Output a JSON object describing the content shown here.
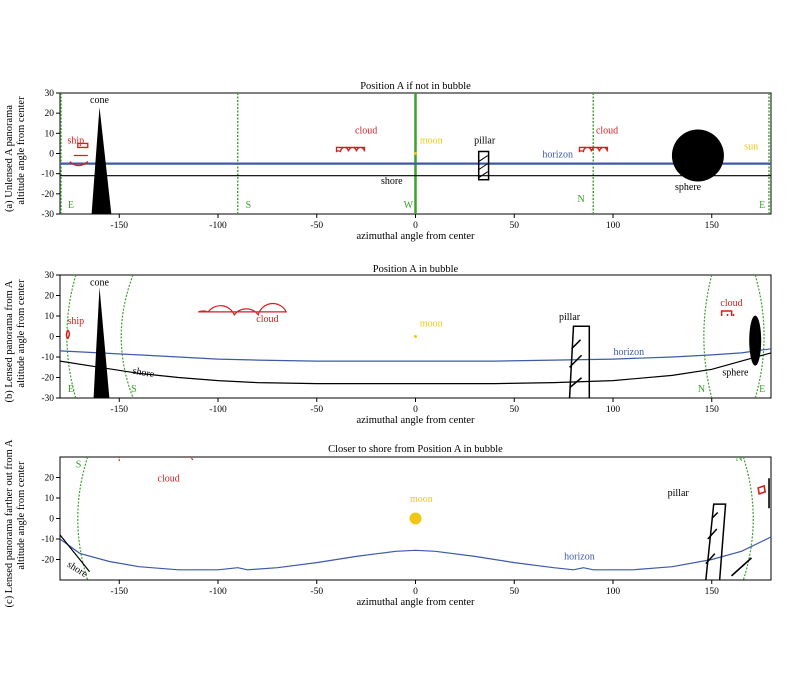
{
  "chart_data": [
    {
      "type": "line",
      "title": "Position A if not in bubble",
      "xlabel": "azimuthal angle from center",
      "ylabel": "(a) Unlensed A panorama",
      "ylabel2": "altitude angle from center",
      "xlim": [
        -180,
        180
      ],
      "ylim": [
        -30,
        30
      ],
      "xticks": [
        -150,
        -100,
        -50,
        0,
        50,
        100,
        150
      ],
      "yticks": [
        -30,
        -20,
        -10,
        0,
        10,
        20,
        30
      ],
      "series": [
        {
          "name": "horizon",
          "color": "#3c5aa6",
          "x": [
            -180,
            180
          ],
          "y": [
            -5,
            -5
          ]
        },
        {
          "name": "shore",
          "color": "#000000",
          "x": [
            -180,
            180
          ],
          "y": [
            -11,
            -11
          ]
        }
      ],
      "meridians": [
        -180,
        -90,
        0,
        90,
        180
      ],
      "direction_labels": [
        {
          "text": "E",
          "x": -176,
          "y": -27
        },
        {
          "text": "S",
          "x": -86,
          "y": -27
        },
        {
          "text": "W",
          "x": -6,
          "y": -27
        },
        {
          "text": "N",
          "x": 82,
          "y": -24
        },
        {
          "text": "E",
          "x": 174,
          "y": -27
        }
      ],
      "objects": [
        {
          "text": "cone",
          "x": -160,
          "y": 25,
          "color": "#000000"
        },
        {
          "text": "ship",
          "x": -172,
          "y": 5,
          "color": "#d02020"
        },
        {
          "text": "cloud",
          "x": -25,
          "y": 10,
          "color": "#d02020"
        },
        {
          "text": "moon",
          "x": 8,
          "y": 5,
          "color": "#f0c814"
        },
        {
          "text": "pillar",
          "x": 35,
          "y": 5,
          "color": "#000000"
        },
        {
          "text": "horizon",
          "x": 72,
          "y": -2,
          "color": "#3c5aa6"
        },
        {
          "text": "cloud",
          "x": 97,
          "y": 10,
          "color": "#d02020"
        },
        {
          "text": "sphere",
          "x": 138,
          "y": -18,
          "color": "#000000"
        },
        {
          "text": "sun",
          "x": 170,
          "y": 2,
          "color": "#f0c814"
        },
        {
          "text": "shore",
          "x": -12,
          "y": -15,
          "color": "#000000"
        }
      ]
    },
    {
      "type": "line",
      "title": "Position A in bubble",
      "xlabel": "azimuthal angle from center",
      "ylabel": "(b) Lensed panorama from A",
      "ylabel2": "altitude angle from center",
      "xlim": [
        -180,
        180
      ],
      "ylim": [
        -30,
        30
      ],
      "xticks": [
        -150,
        -100,
        -50,
        0,
        50,
        100,
        150
      ],
      "yticks": [
        -30,
        -20,
        -10,
        0,
        10,
        20,
        30
      ],
      "series": [
        {
          "name": "horizon",
          "color": "#3c5aa6",
          "x": [
            -180,
            -160,
            -140,
            -120,
            -100,
            -80,
            -50,
            -20,
            10,
            40,
            70,
            100,
            130,
            150,
            165,
            180
          ],
          "y": [
            -7,
            -8,
            -9,
            -10,
            -11,
            -11.5,
            -12,
            -12,
            -12,
            -12,
            -11.5,
            -11,
            -10,
            -9,
            -8,
            -6
          ]
        },
        {
          "name": "shore",
          "color": "#000000",
          "x": [
            -180,
            -160,
            -140,
            -120,
            -100,
            -80,
            -50,
            -20,
            10,
            40,
            70,
            100,
            130,
            150,
            165,
            180
          ],
          "y": [
            -12,
            -15,
            -18,
            -20,
            -21.5,
            -22.5,
            -23,
            -23,
            -23,
            -23,
            -22.5,
            -21.5,
            -19,
            -16,
            -12,
            -8
          ]
        }
      ],
      "direction_labels": [
        {
          "text": "E",
          "x": -176,
          "y": -27
        },
        {
          "text": "S",
          "x": -144,
          "y": -27
        },
        {
          "text": "N",
          "x": 143,
          "y": -27
        },
        {
          "text": "E",
          "x": 174,
          "y": -27
        }
      ],
      "objects": [
        {
          "text": "cone",
          "x": -160,
          "y": 25,
          "color": "#000000"
        },
        {
          "text": "ship",
          "x": -172,
          "y": 6,
          "color": "#d02020"
        },
        {
          "text": "cloud",
          "x": -75,
          "y": 7,
          "color": "#d02020"
        },
        {
          "text": "moon",
          "x": 8,
          "y": 5,
          "color": "#f0c814"
        },
        {
          "text": "pillar",
          "x": 78,
          "y": 8,
          "color": "#000000"
        },
        {
          "text": "horizon",
          "x": 108,
          "y": -9,
          "color": "#3c5aa6"
        },
        {
          "text": "cloud",
          "x": 160,
          "y": 15,
          "color": "#d02020"
        },
        {
          "text": "sphere",
          "x": 162,
          "y": -19,
          "color": "#000000"
        },
        {
          "text": "shore",
          "x": -138,
          "y": -19,
          "color": "#000000"
        }
      ]
    },
    {
      "type": "line",
      "title": "Closer to shore from Position A in bubble",
      "xlabel": "azimuthal angle from center",
      "ylabel": "(c) Lensed panorama farther out from A",
      "ylabel2": "altitude angle from center",
      "xlim": [
        -180,
        180
      ],
      "ylim": [
        -30,
        30
      ],
      "xticks": [
        -150,
        -100,
        -50,
        0,
        50,
        100,
        150
      ],
      "yticks": [
        -20,
        -10,
        0,
        10,
        20
      ],
      "series": [
        {
          "name": "horizon",
          "color": "#3c5aa6",
          "x": [
            -180,
            -170,
            -155,
            -140,
            -120,
            -100,
            -90,
            -85,
            -70,
            -50,
            -30,
            -10,
            0,
            10,
            30,
            50,
            70,
            80,
            85,
            90,
            110,
            130,
            150,
            165,
            180
          ],
          "y": [
            -10,
            -17,
            -21,
            -23.5,
            -25,
            -25,
            -24,
            -25,
            -24,
            -21.5,
            -18.5,
            -16,
            -15.5,
            -16,
            -18.5,
            -21.5,
            -24,
            -25,
            -24,
            -25,
            -25,
            -23.5,
            -20,
            -16,
            -9
          ]
        },
        {
          "name": "shore",
          "color": "#000000",
          "x": [
            -180,
            -175,
            -170,
            -165
          ],
          "y": [
            -8,
            -14,
            -20,
            -26
          ]
        }
      ],
      "direction_labels": [
        {
          "text": "S",
          "x": -172,
          "y": 25
        },
        {
          "text": "N",
          "x": 162,
          "y": 28
        }
      ],
      "objects": [
        {
          "text": "cloud",
          "x": -125,
          "y": 18,
          "color": "#d02020"
        },
        {
          "text": "moon",
          "x": 3,
          "y": 8,
          "color": "#f0c814"
        },
        {
          "text": "pillar",
          "x": 133,
          "y": 11,
          "color": "#000000"
        },
        {
          "text": "horizon",
          "x": 83,
          "y": -20,
          "color": "#3c5aa6"
        },
        {
          "text": "shore",
          "x": -172,
          "y": -26,
          "color": "#000000"
        }
      ]
    }
  ],
  "colors": {
    "horizon": "#3c5aa6",
    "shore": "#000000",
    "meridian": "#3aa12c",
    "red_object": "#d02020",
    "moon": "#f0c814"
  }
}
